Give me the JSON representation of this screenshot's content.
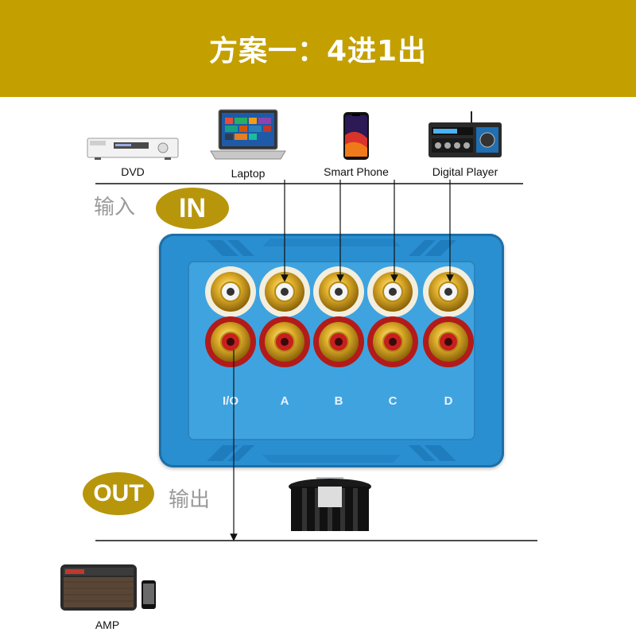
{
  "header": {
    "title": "方案一：4进1出",
    "bg_color": "#c3a000"
  },
  "inputs": [
    {
      "id": "dvd",
      "label": "DVD",
      "icon": "dvd-player-icon"
    },
    {
      "id": "laptop",
      "label": "Laptop",
      "icon": "laptop-icon"
    },
    {
      "id": "phone",
      "label": "Smart Phone",
      "icon": "smartphone-icon"
    },
    {
      "id": "player",
      "label": "Digital Player",
      "icon": "amplifier-icon"
    }
  ],
  "in_section": {
    "cn_label": "输入",
    "badge": "IN"
  },
  "out_section": {
    "cn_label": "输出",
    "badge": "OUT"
  },
  "switch_box": {
    "color": "#2a8fd0",
    "port_labels": [
      "I/O",
      "A",
      "B",
      "C",
      "D"
    ]
  },
  "output": {
    "label": "AMP",
    "icon": "guitar-amp-icon"
  }
}
